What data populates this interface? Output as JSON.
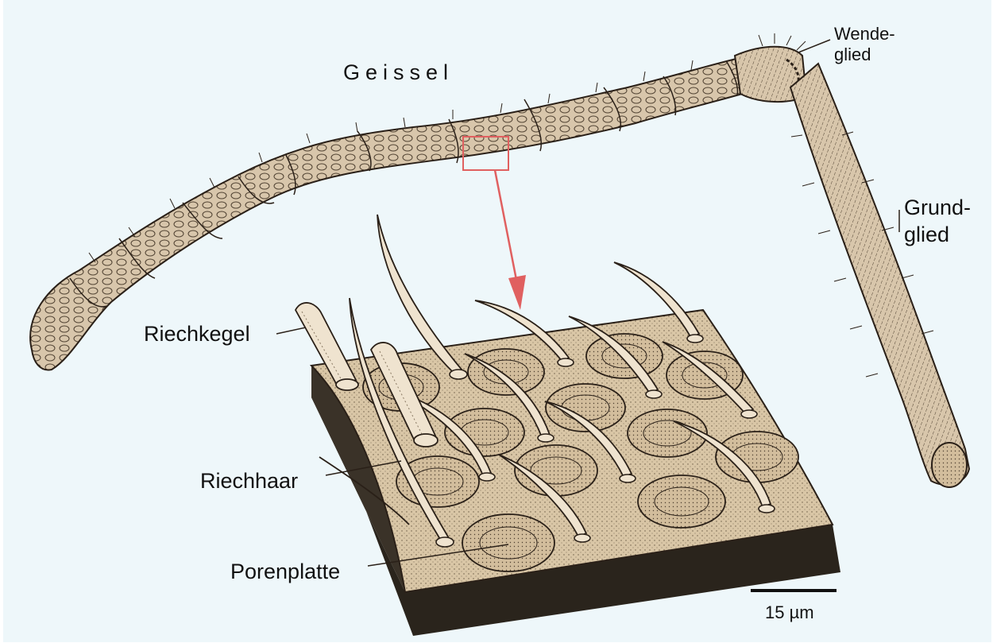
{
  "labels": {
    "geissel": "Geissel",
    "wendeglied": "Wende-\nglied",
    "grundglied": "Grund-\nglied",
    "riechkegel": "Riechkegel",
    "riechhaar": "Riechhaar",
    "porenplatte": "Porenplatte",
    "scale": "15 µm"
  },
  "colors": {
    "background": "#eef7fa",
    "segment_fill": "#d8c6ab",
    "plate_top": "#d9c6a6",
    "plate_side": "#2a241c",
    "outline": "#2a2018",
    "hair_fill": "#efe3cf",
    "pore_ring": "#c9b490",
    "highlight": "#e06060"
  },
  "icons": {
    "zoom_marker": "zoom-box",
    "zoom_arrow": "arrow-down"
  }
}
